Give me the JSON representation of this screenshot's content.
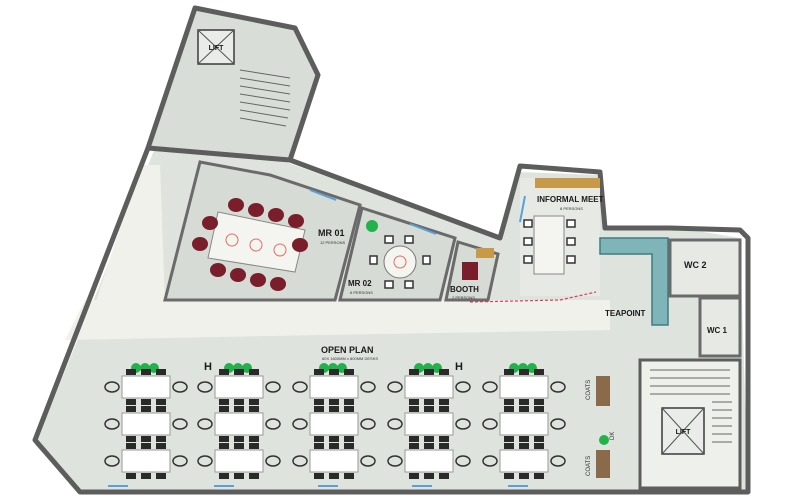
{
  "rooms": {
    "lift_top": "LIFT",
    "lift_bottom": "LIFT",
    "mr01": {
      "name": "MR 01",
      "capacity": "12 PERSONS"
    },
    "mr02": {
      "name": "MR 02",
      "capacity": "6 PERSONS"
    },
    "booth": {
      "name": "BOOTH",
      "capacity": "2 PERSONS"
    },
    "informal_meet": {
      "name": "INFORMAL MEET",
      "capacity": "8 PERSONS"
    },
    "wc1": "WC 1",
    "wc2": "WC 2",
    "teapoint": "TEAPOINT",
    "open_plan": {
      "name": "OPEN PLAN",
      "note": "60X 1600MM x 800MM DESKS"
    },
    "coats_1": "COATS",
    "coats_2": "COATS",
    "dk": "DK"
  },
  "colors": {
    "floor": "#dfe3de",
    "circulation": "#f1f1ec",
    "wall": "#5d5d5d",
    "chair_red": "#7a1e2b",
    "plant_green": "#22b24c",
    "teapoint_teal": "#7fb5b8",
    "desk": "#ffffff"
  }
}
